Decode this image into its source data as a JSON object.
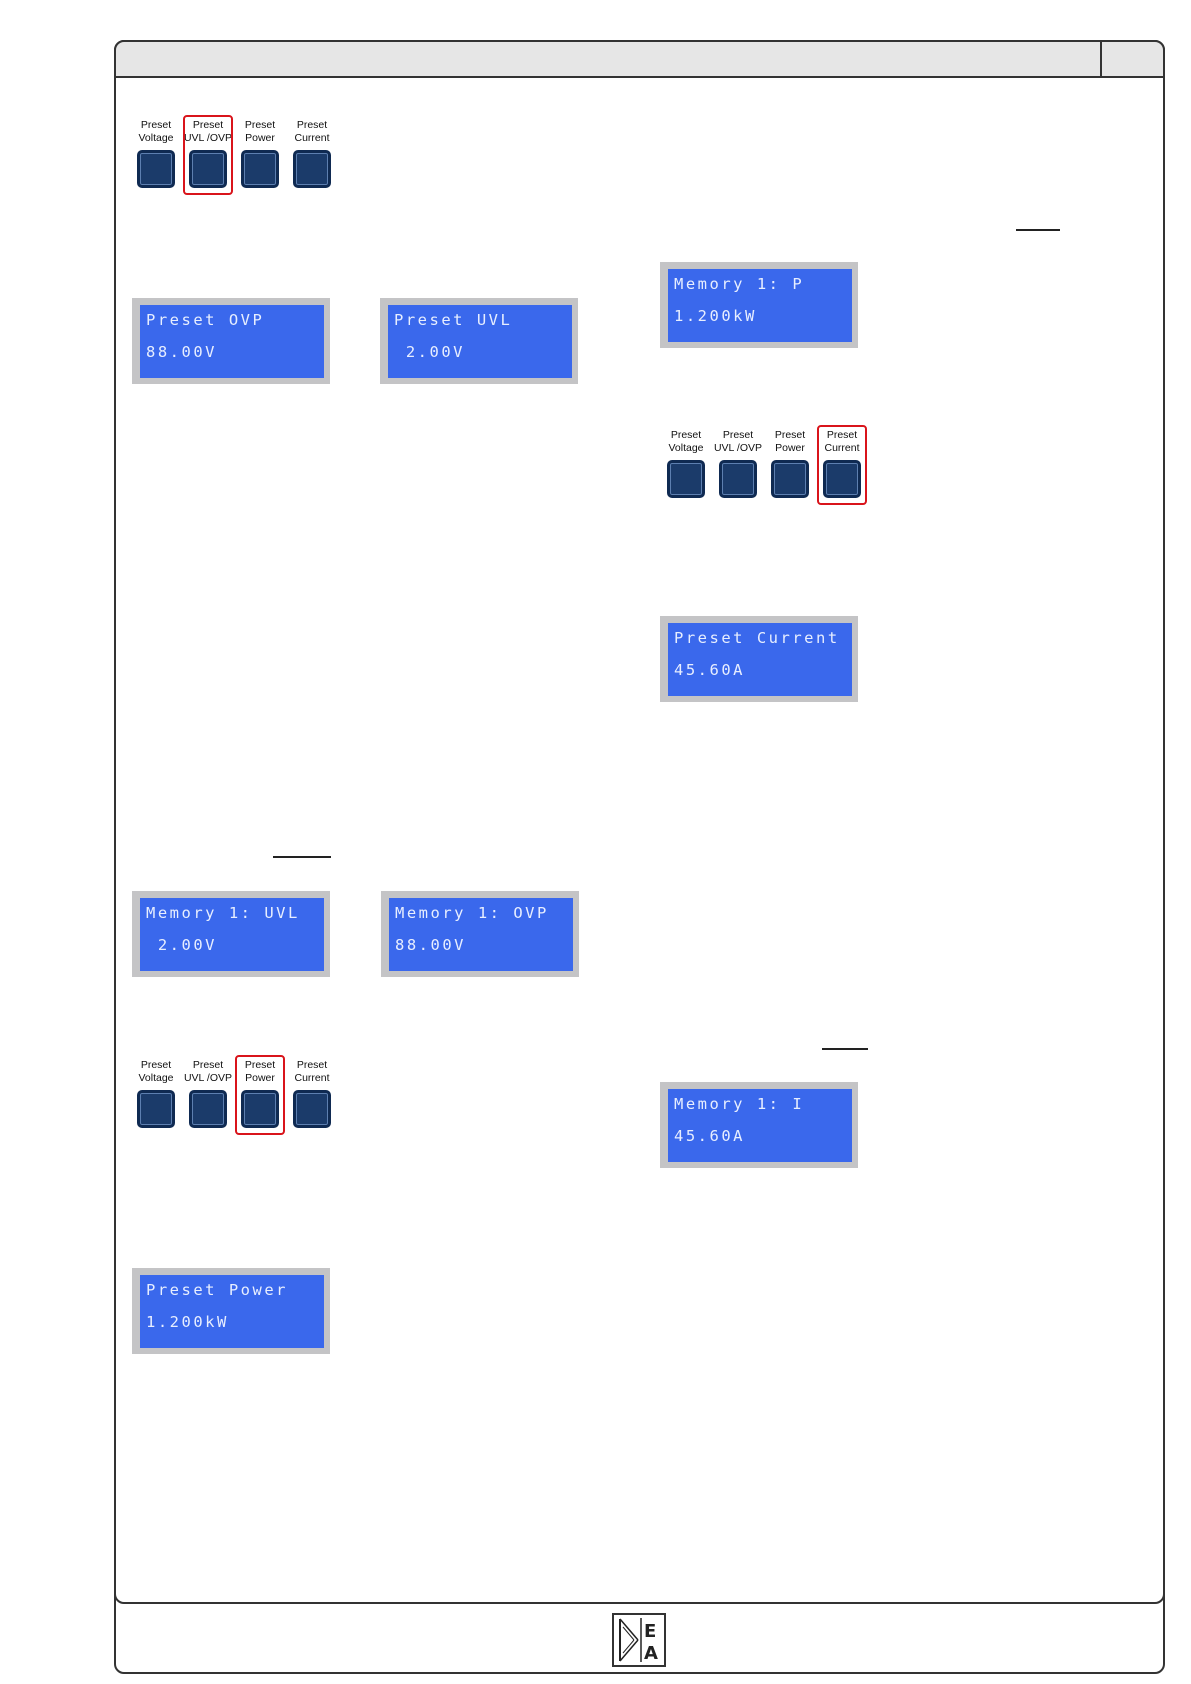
{
  "button_labels": {
    "voltage": [
      "Preset",
      "Voltage"
    ],
    "uvl_ovp": [
      "Preset",
      "UVL /OVP"
    ],
    "power": [
      "Preset",
      "Power"
    ],
    "current": [
      "Preset",
      "Current"
    ]
  },
  "panels": [
    {
      "id": "panel-top-left",
      "highlight": "uvl_ovp"
    },
    {
      "id": "panel-right",
      "highlight": "current"
    },
    {
      "id": "panel-bottom-left",
      "highlight": "power"
    }
  ],
  "displays": {
    "preset_ovp": {
      "line1": "Preset OVP",
      "line2": "88.00V"
    },
    "preset_uvl": {
      "line1": "Preset UVL",
      "line2": " 2.00V"
    },
    "memory_p": {
      "line1": "Memory 1: P",
      "line2": "1.200kW"
    },
    "preset_current": {
      "line1": "Preset Current",
      "line2": "45.60A"
    },
    "memory_uvl": {
      "line1": "Memory 1: UVL",
      "line2": " 2.00V"
    },
    "memory_ovp": {
      "line1": "Memory 1: OVP",
      "line2": "88.00V"
    },
    "memory_i": {
      "line1": "Memory 1: I",
      "line2": "45.60A"
    },
    "preset_power": {
      "line1": "Preset Power",
      "line2": "1.200kW"
    }
  },
  "logo": {
    "letters": [
      "E",
      "A"
    ]
  },
  "colors": {
    "lcd_blue": "#3a68ec",
    "button_navy": "#1b3b6a",
    "highlight_red": "#d9141b"
  }
}
